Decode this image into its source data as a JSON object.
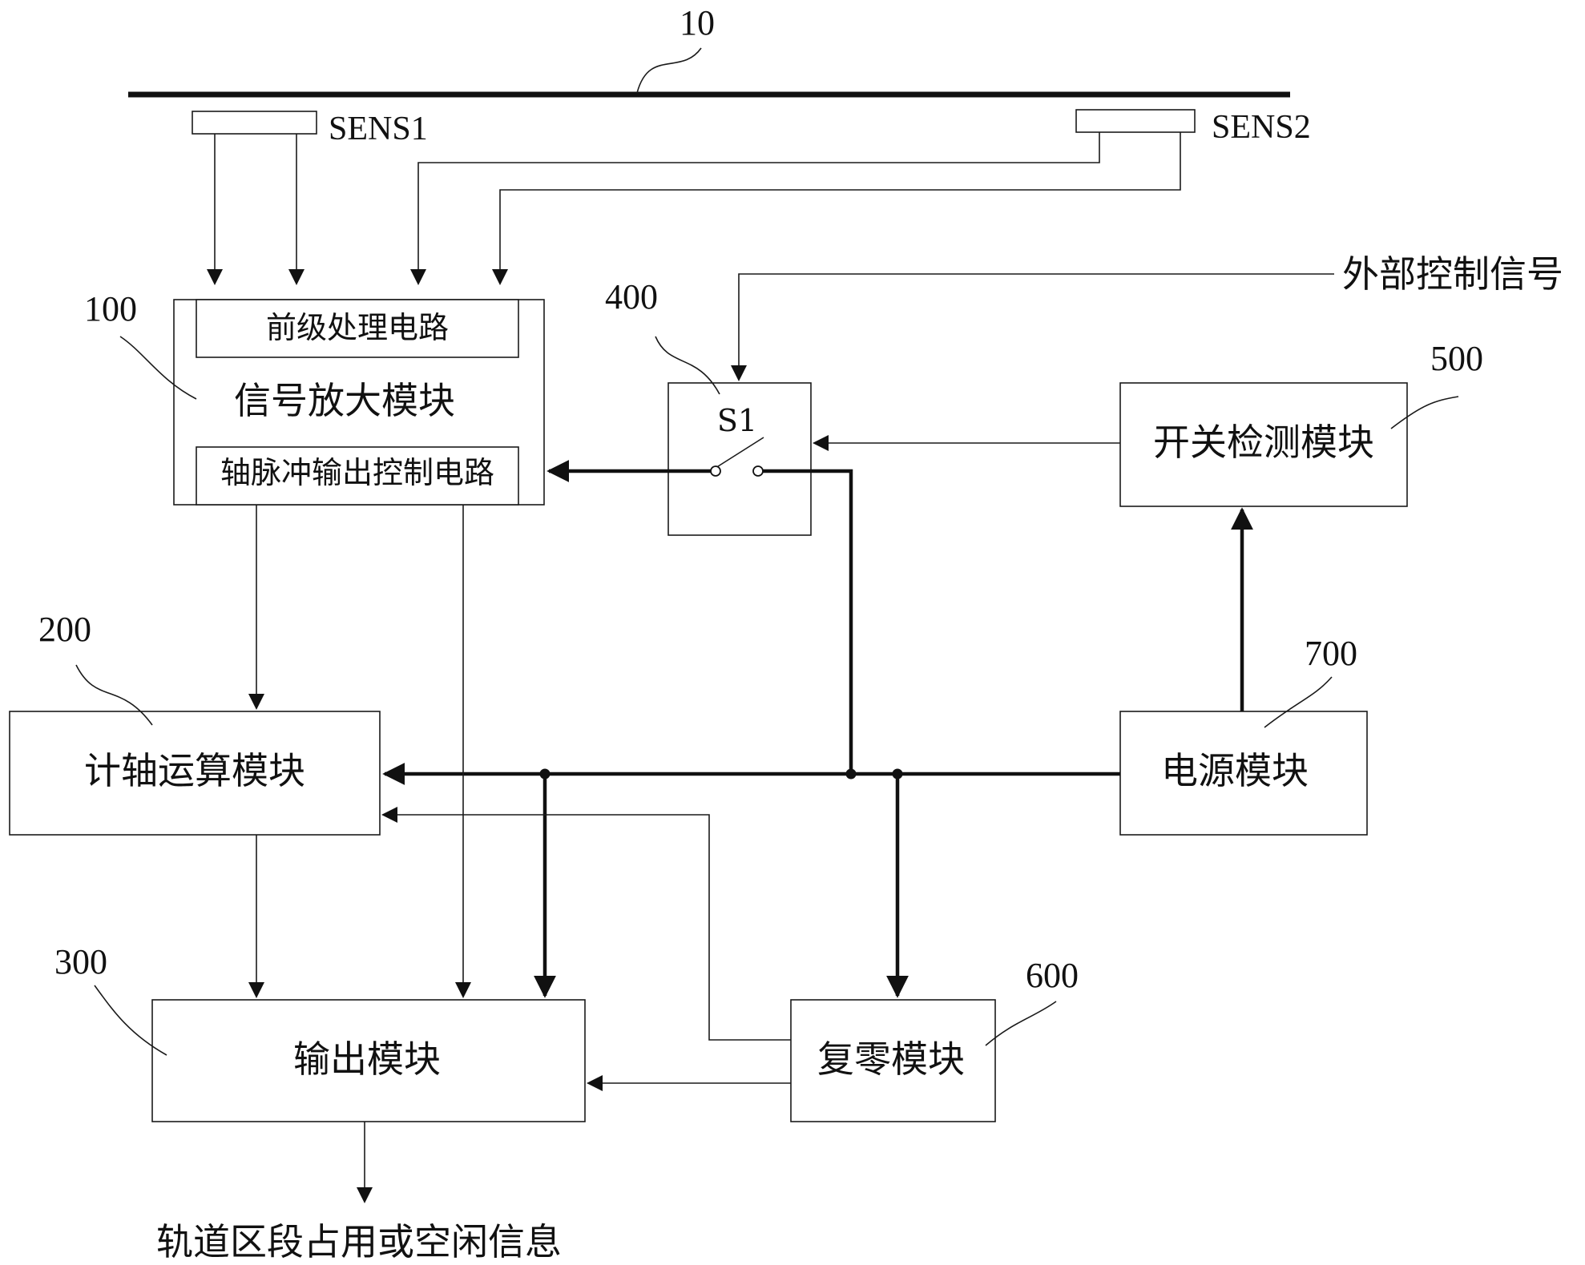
{
  "rail": {
    "ref": "10"
  },
  "sensors": {
    "sens1": "SENS1",
    "sens2": "SENS2"
  },
  "modules": {
    "m100": {
      "ref": "100",
      "label": "信号放大模块",
      "pre_circuit": "前级处理电路",
      "post_circuit": "轴脉冲输出控制电路"
    },
    "m200": {
      "ref": "200",
      "label": "计轴运算模块"
    },
    "m300": {
      "ref": "300",
      "label": "输出模块"
    },
    "m400": {
      "ref": "400",
      "switch_label": "S1"
    },
    "m500": {
      "ref": "500",
      "label": "开关检测模块"
    },
    "m600": {
      "ref": "600",
      "label": "复零模块"
    },
    "m700": {
      "ref": "700",
      "label": "电源模块"
    }
  },
  "external_signal": "外部控制信号",
  "output_info": "轨道区段占用或空闲信息"
}
